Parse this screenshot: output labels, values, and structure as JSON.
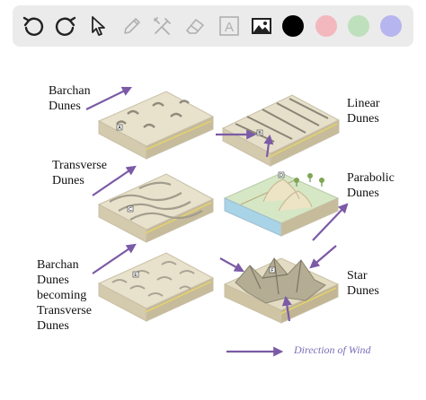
{
  "toolbar": {
    "tools": [
      {
        "name": "undo-icon"
      },
      {
        "name": "redo-icon"
      },
      {
        "name": "select-pointer-icon"
      },
      {
        "name": "pen-icon"
      },
      {
        "name": "tools-icon"
      },
      {
        "name": "eraser-icon"
      },
      {
        "name": "text-tool-icon",
        "glyph": "A"
      },
      {
        "name": "image-icon"
      }
    ],
    "colors": [
      "#000000",
      "#f2b8bd",
      "#bfe0bd",
      "#b7b5ef"
    ]
  },
  "figure": {
    "labels": {
      "barchan": "Barchan\nDunes",
      "linear": "Linear\nDunes",
      "transverse": "Transverse\nDunes",
      "parabolic": "Parabolic\nDunes",
      "barchan_transverse": "Barchan\nDunes\nbecoming\nTransverse\nDunes",
      "star": "Star\nDunes"
    },
    "block_markers": {
      "a": "A",
      "b": "B",
      "c": "C",
      "d": "D",
      "e": "E",
      "f": "F"
    },
    "legend": "Direction of Wind",
    "arrow_color": "#7b5aa6"
  }
}
